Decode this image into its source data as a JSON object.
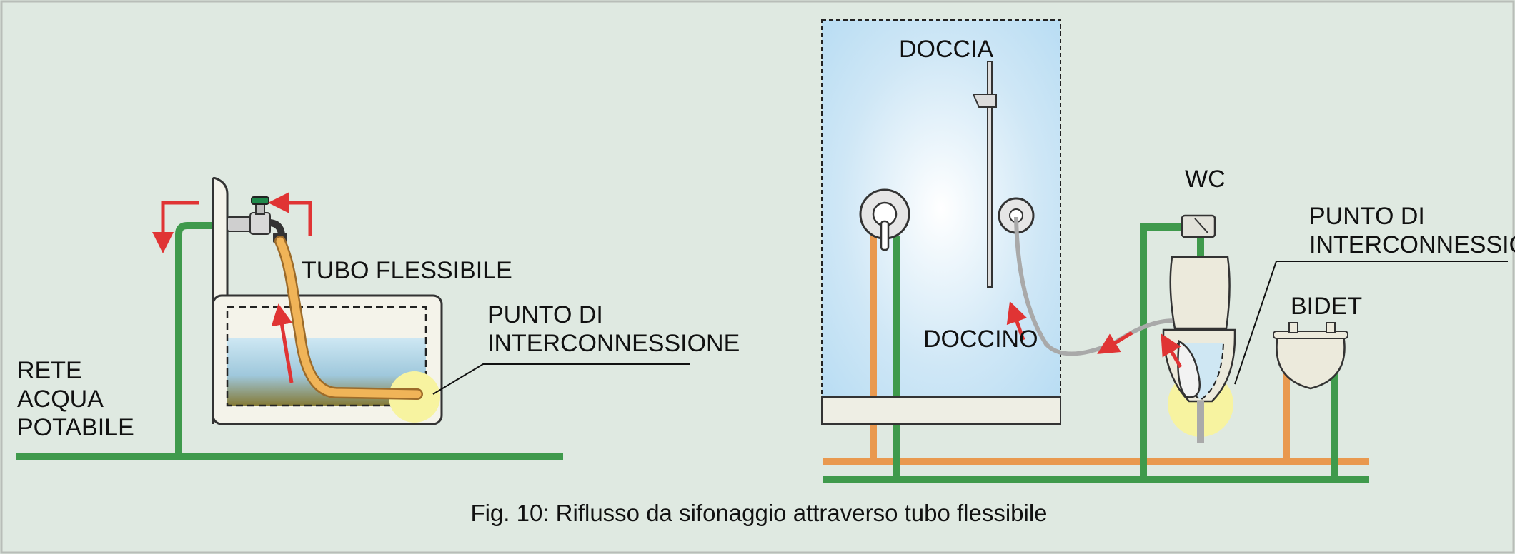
{
  "labels": {
    "rete_line1": "RETE",
    "rete_line2": "ACQUA",
    "rete_line3": "POTABILE",
    "tubo_flessibile": "TUBO FLESSIBILE",
    "punto1_line1": "PUNTO DI",
    "punto1_line2": "INTERCONNESSIONE",
    "doccia": "DOCCIA",
    "doccino": "DOCCINO",
    "wc": "WC",
    "punto2_line1": "PUNTO DI",
    "punto2_line2": "INTERCONNESSIONE",
    "bidet": "BIDET"
  },
  "caption": "Fig. 10: Riflusso da sifonaggio attraverso tubo flessibile",
  "colors": {
    "background": "#dfe9e1",
    "potable_pipe": "#3f9a4c",
    "hot_pipe": "#e9994f",
    "hose": "#f0b458",
    "flow_arrow": "#e03434",
    "shower_hose": "#a9a9a9",
    "interconnection_highlight": "#f7f3a0",
    "fixture": "#eceadc"
  }
}
